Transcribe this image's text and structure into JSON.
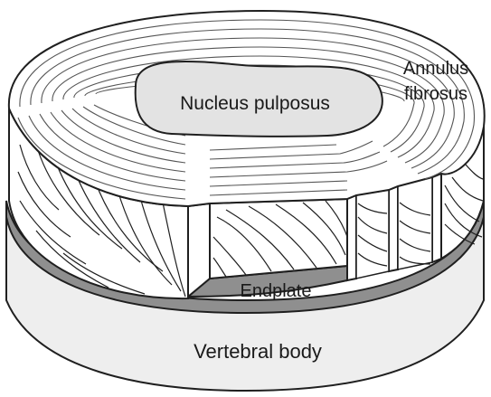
{
  "diagram": {
    "labels": {
      "nucleus": "Nucleus pulposus",
      "annulus_line1": "Annulus",
      "annulus_line2": "fibrosus",
      "endplate": "Endplate",
      "vertebral_body": "Vertebral body"
    },
    "colors": {
      "outline": "#1f1f1f",
      "lamella_fill": "#ffffff",
      "nucleus_fill": "#e3e3e3",
      "endplate_fill": "#8f8f8f",
      "vertebral_fill": "#eeeeee",
      "ring_line": "#555555"
    }
  }
}
